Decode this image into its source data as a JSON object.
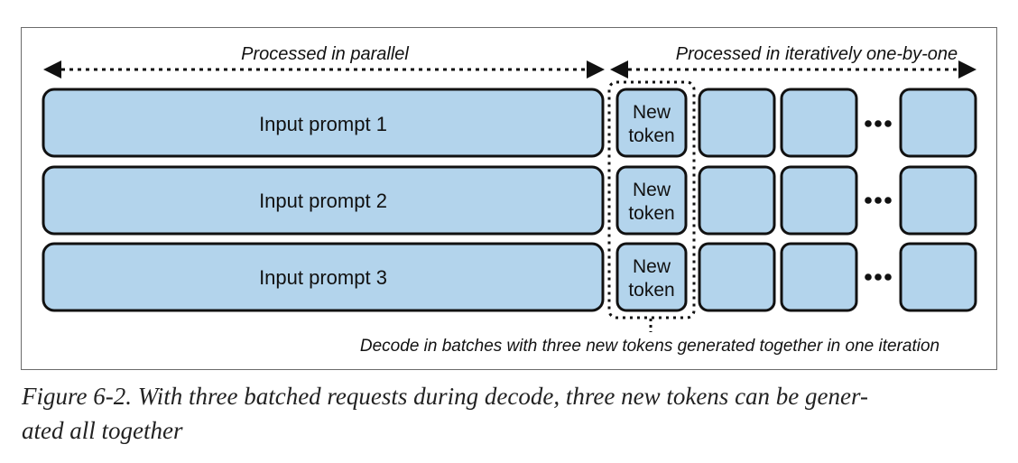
{
  "diagram": {
    "top_labels": {
      "parallel": "Processed in parallel",
      "iterative": "Processed in iteratively one-by-one"
    },
    "rows": [
      {
        "prompt": "Input prompt 1",
        "new_token": [
          "New",
          "token"
        ]
      },
      {
        "prompt": "Input prompt 2",
        "new_token": [
          "New",
          "token"
        ]
      },
      {
        "prompt": "Input prompt 3",
        "new_token": [
          "New",
          "token"
        ]
      }
    ],
    "bottom_note": "Decode in batches with three new tokens generated together in one iteration",
    "colors": {
      "box_fill": "#b3d4ec",
      "stroke": "#111111"
    }
  },
  "caption": {
    "line1": "Figure 6-2. With three batched requests during decode, three new tokens can be gener-",
    "line2": "ated all together"
  }
}
